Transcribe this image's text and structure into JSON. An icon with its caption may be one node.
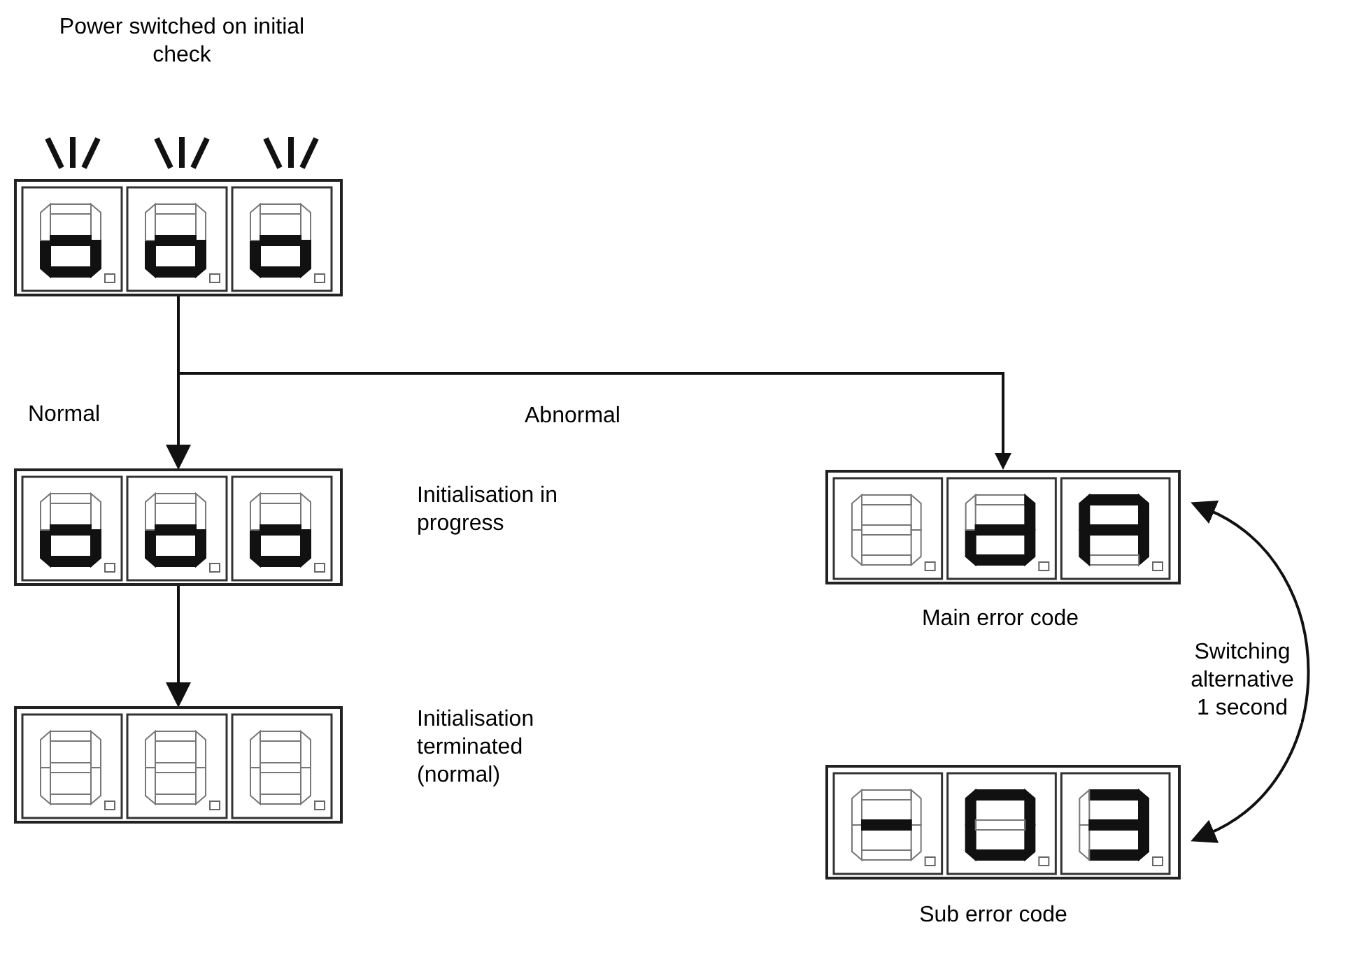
{
  "diagram": {
    "nodes": [
      {
        "text": [],
        "shape": "box"
      },
      {
        "text": [],
        "shape": "box",
        "beside": [
          "Initialisation in progress"
        ]
      },
      {
        "text": [],
        "shape": "box",
        "beside": [
          "Initialisation terminated (normal)"
        ]
      },
      {
        "text": [],
        "shape": "box",
        "beside": [
          "Main error code"
        ]
      },
      {
        "text": [],
        "shape": "box",
        "beside": [
          "Sub error code"
        ]
      }
    ],
    "edges": [
      {
        "from": 0,
        "to": 1,
        "arrow": "to",
        "label": "Normal"
      },
      {
        "from": 1,
        "to": 2,
        "arrow": "to"
      },
      {
        "from": 0,
        "to": 3,
        "arrow": "to",
        "label": "Abnormal"
      },
      {
        "from": 3,
        "to": 4,
        "arrow": "both",
        "label": "Switching alternative 1 second"
      }
    ],
    "labels": [
      "Power switched on initial check"
    ]
  }
}
